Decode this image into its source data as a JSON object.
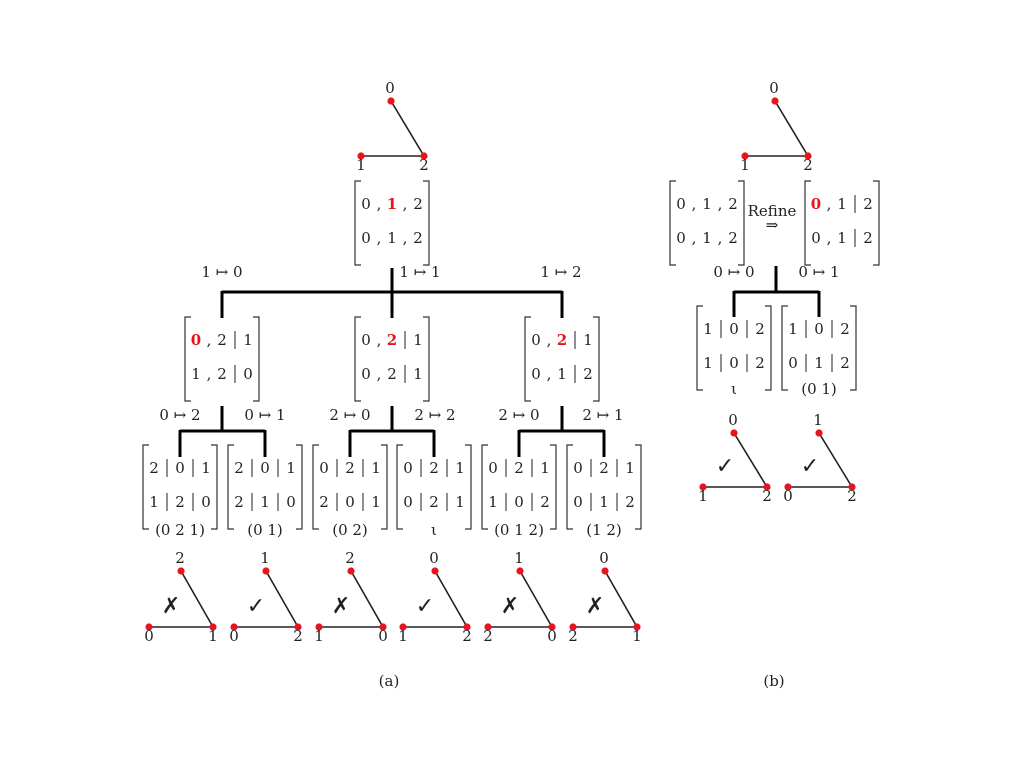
{
  "colors": {
    "highlight": "#e8141d",
    "vertex": "#e8141d",
    "ink": "#222222"
  },
  "symbols": {
    "maps_to": "↦",
    "check": "✓",
    "cross": "✗",
    "refine_arrow": "⇒"
  },
  "panel_a": {
    "caption": "(a)",
    "root_graph": {
      "labels": [
        "0",
        "1",
        "2"
      ]
    },
    "root_matrix": {
      "rows": [
        [
          {
            "t": "0"
          },
          {
            "t": ","
          },
          {
            "t": "1",
            "h": true
          },
          {
            "t": ","
          },
          {
            "t": "2"
          }
        ],
        [
          {
            "t": "0"
          },
          {
            "t": ","
          },
          {
            "t": "1"
          },
          {
            "t": ","
          },
          {
            "t": "2"
          }
        ]
      ]
    },
    "level1_labels": [
      "1 ↦ 0",
      "1 ↦ 1",
      "1 ↦ 2"
    ],
    "level1_matrices": [
      {
        "rows": [
          [
            {
              "t": "0",
              "h": true
            },
            {
              "t": ","
            },
            {
              "t": "2"
            },
            {
              "t": "|"
            },
            {
              "t": "1"
            }
          ],
          [
            {
              "t": "1"
            },
            {
              "t": ","
            },
            {
              "t": "2"
            },
            {
              "t": "|"
            },
            {
              "t": "0"
            }
          ]
        ]
      },
      {
        "rows": [
          [
            {
              "t": "0"
            },
            {
              "t": ","
            },
            {
              "t": "2",
              "h": true
            },
            {
              "t": "|"
            },
            {
              "t": "1"
            }
          ],
          [
            {
              "t": "0"
            },
            {
              "t": ","
            },
            {
              "t": "2"
            },
            {
              "t": "|"
            },
            {
              "t": "1"
            }
          ]
        ]
      },
      {
        "rows": [
          [
            {
              "t": "0"
            },
            {
              "t": ","
            },
            {
              "t": "2",
              "h": true
            },
            {
              "t": "|"
            },
            {
              "t": "1"
            }
          ],
          [
            {
              "t": "0"
            },
            {
              "t": ","
            },
            {
              "t": "1"
            },
            {
              "t": "|"
            },
            {
              "t": "2"
            }
          ]
        ]
      }
    ],
    "level2_labels": [
      "0 ↦ 2",
      "0 ↦ 1",
      "2 ↦ 0",
      "2 ↦ 2",
      "2 ↦ 0",
      "2 ↦ 1"
    ],
    "leaf_matrices": [
      {
        "rows": [
          [
            {
              "t": "2"
            },
            {
              "t": "|"
            },
            {
              "t": "0"
            },
            {
              "t": "|"
            },
            {
              "t": "1"
            }
          ],
          [
            {
              "t": "1"
            },
            {
              "t": "|"
            },
            {
              "t": "2"
            },
            {
              "t": "|"
            },
            {
              "t": "0"
            }
          ]
        ]
      },
      {
        "rows": [
          [
            {
              "t": "2"
            },
            {
              "t": "|"
            },
            {
              "t": "0"
            },
            {
              "t": "|"
            },
            {
              "t": "1"
            }
          ],
          [
            {
              "t": "2"
            },
            {
              "t": "|"
            },
            {
              "t": "1"
            },
            {
              "t": "|"
            },
            {
              "t": "0"
            }
          ]
        ]
      },
      {
        "rows": [
          [
            {
              "t": "0"
            },
            {
              "t": "|"
            },
            {
              "t": "2"
            },
            {
              "t": "|"
            },
            {
              "t": "1"
            }
          ],
          [
            {
              "t": "2"
            },
            {
              "t": "|"
            },
            {
              "t": "0"
            },
            {
              "t": "|"
            },
            {
              "t": "1"
            }
          ]
        ]
      },
      {
        "rows": [
          [
            {
              "t": "0"
            },
            {
              "t": "|"
            },
            {
              "t": "2"
            },
            {
              "t": "|"
            },
            {
              "t": "1"
            }
          ],
          [
            {
              "t": "0"
            },
            {
              "t": "|"
            },
            {
              "t": "2"
            },
            {
              "t": "|"
            },
            {
              "t": "1"
            }
          ]
        ]
      },
      {
        "rows": [
          [
            {
              "t": "0"
            },
            {
              "t": "|"
            },
            {
              "t": "2"
            },
            {
              "t": "|"
            },
            {
              "t": "1"
            }
          ],
          [
            {
              "t": "1"
            },
            {
              "t": "|"
            },
            {
              "t": "0"
            },
            {
              "t": "|"
            },
            {
              "t": "2"
            }
          ]
        ]
      },
      {
        "rows": [
          [
            {
              "t": "0"
            },
            {
              "t": "|"
            },
            {
              "t": "2"
            },
            {
              "t": "|"
            },
            {
              "t": "1"
            }
          ],
          [
            {
              "t": "0"
            },
            {
              "t": "|"
            },
            {
              "t": "1"
            },
            {
              "t": "|"
            },
            {
              "t": "2"
            }
          ]
        ]
      }
    ],
    "perm_labels": [
      "(0 2 1)",
      "(0 1)",
      "(0 2)",
      "ι",
      "(0 1 2)",
      "(1 2)"
    ],
    "leaf_graphs": [
      {
        "top": "2",
        "left": "0",
        "right": "1",
        "mark": "cross"
      },
      {
        "top": "1",
        "left": "0",
        "right": "2",
        "mark": "check"
      },
      {
        "top": "2",
        "left": "1",
        "right": "0",
        "mark": "cross"
      },
      {
        "top": "0",
        "left": "1",
        "right": "2",
        "mark": "check"
      },
      {
        "top": "1",
        "left": "2",
        "right": "0",
        "mark": "cross"
      },
      {
        "top": "0",
        "left": "2",
        "right": "1",
        "mark": "cross"
      }
    ]
  },
  "panel_b": {
    "caption": "(b)",
    "root_graph": {
      "labels": [
        "0",
        "1",
        "2"
      ]
    },
    "left_matrix": {
      "rows": [
        [
          {
            "t": "0"
          },
          {
            "t": ","
          },
          {
            "t": "1"
          },
          {
            "t": ","
          },
          {
            "t": "2"
          }
        ],
        [
          {
            "t": "0"
          },
          {
            "t": ","
          },
          {
            "t": "1"
          },
          {
            "t": ","
          },
          {
            "t": "2"
          }
        ]
      ]
    },
    "refine_label": "Refine",
    "right_matrix": {
      "rows": [
        [
          {
            "t": "0",
            "h": true
          },
          {
            "t": ","
          },
          {
            "t": "1"
          },
          {
            "t": "|"
          },
          {
            "t": "2"
          }
        ],
        [
          {
            "t": "0"
          },
          {
            "t": ","
          },
          {
            "t": "1"
          },
          {
            "t": "|"
          },
          {
            "t": "2"
          }
        ]
      ]
    },
    "branch_labels": [
      "0 ↦ 0",
      "0 ↦ 1"
    ],
    "leaf_matrices": [
      {
        "rows": [
          [
            {
              "t": "1"
            },
            {
              "t": "|"
            },
            {
              "t": "0"
            },
            {
              "t": "|"
            },
            {
              "t": "2"
            }
          ],
          [
            {
              "t": "1"
            },
            {
              "t": "|"
            },
            {
              "t": "0"
            },
            {
              "t": "|"
            },
            {
              "t": "2"
            }
          ]
        ]
      },
      {
        "rows": [
          [
            {
              "t": "1"
            },
            {
              "t": "|"
            },
            {
              "t": "0"
            },
            {
              "t": "|"
            },
            {
              "t": "2"
            }
          ],
          [
            {
              "t": "0"
            },
            {
              "t": "|"
            },
            {
              "t": "1"
            },
            {
              "t": "|"
            },
            {
              "t": "2"
            }
          ]
        ]
      }
    ],
    "perm_labels": [
      "ι",
      "(0 1)"
    ],
    "leaf_graphs": [
      {
        "top": "0",
        "left": "1",
        "right": "2",
        "mark": "check"
      },
      {
        "top": "1",
        "left": "0",
        "right": "2",
        "mark": "check"
      }
    ]
  }
}
